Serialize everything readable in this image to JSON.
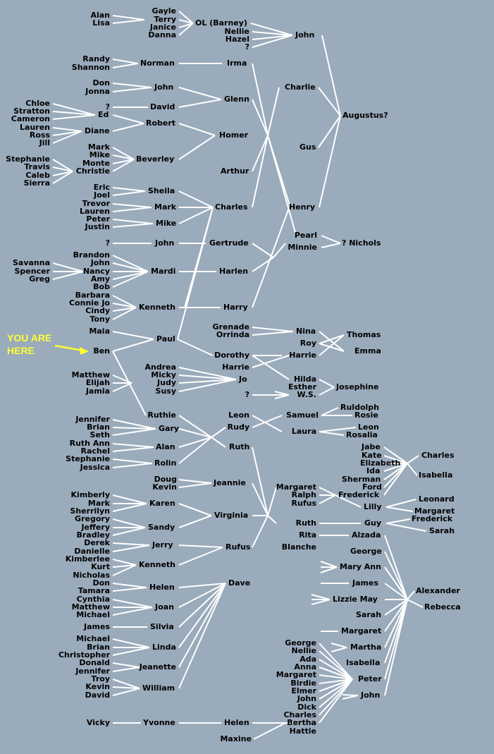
{
  "you_are_here": {
    "line1": "YOU ARE",
    "line2": "HERE"
  },
  "palette": {
    "background": "#9aabbb",
    "lines": "#ffffff",
    "text": "#000000",
    "marker": "#ffff33"
  },
  "names": [
    "Alan",
    "Lisa",
    "Gayle",
    "Terry",
    "Janice",
    "Danna",
    "OL (Barney)",
    "Nellie",
    "Hazel",
    "?",
    "John",
    "Randy",
    "Shannon",
    "Norman",
    "Irma",
    "Don",
    "Jonna",
    "John",
    "?",
    "David",
    "Glenn",
    "Chloe",
    "Stratton",
    "Cameron",
    "Lauren",
    "Ross",
    "Jill",
    "Ed",
    "Diane",
    "Robert",
    "Homer",
    "Charlie",
    "Augustus?",
    "Mark",
    "Mike",
    "Monte",
    "Stephanie",
    "Travis",
    "Caleb",
    "Sierra",
    "Christie",
    "Beverley",
    "Gus",
    "Arthur",
    "Eric",
    "Joel",
    "Sheila",
    "Trevor",
    "Lauren",
    "Mark",
    "Charles",
    "Henry",
    "Peter",
    "Justin",
    "Mike",
    "?",
    "John",
    "Gertrude",
    "Pearl",
    "Minnie",
    "? Nichols",
    "Brandon",
    "John",
    "Nancy",
    "Amy",
    "Bob",
    "Savanna",
    "Spencer",
    "Greg",
    "Mardi",
    "Harlen",
    "Barbara",
    "Connie Jo",
    "Cindy",
    "Tony",
    "Kenneth",
    "Harry",
    "Grenade",
    "Orrinda",
    "Nina",
    "Thomas",
    "Maia",
    "Paul",
    "Roy",
    "Ben",
    "Dorothy",
    "Emma",
    "Harrie",
    "Andrea",
    "Harrie",
    "Matthew",
    "Micky",
    "Elijah",
    "Judy",
    "Jo",
    "Hilda",
    "Jamia",
    "Susy",
    "Esther",
    "Josephine",
    "?",
    "W.S.",
    "Ruthie",
    "Leon",
    "Samuel",
    "Ruldolph",
    "Rosie",
    "Jennifer",
    "Brian",
    "Gary",
    "Rudy",
    "Laura",
    "Leon",
    "Seth",
    "Rosalia",
    "Ruth Ann",
    "Rachel",
    "Alan",
    "Ruth",
    "Jabe",
    "Kate",
    "Stephanie",
    "Jessica",
    "Rolin",
    "Elizabeth",
    "Charles",
    "Ida",
    "Doug",
    "Kevin",
    "Jeannie",
    "Sherman",
    "Isabella",
    "Ford",
    "Margaret",
    "Ralph",
    "Frederick",
    "Rufus",
    "Lilly",
    "Kimberly",
    "Mark",
    "Karen",
    "Leonard",
    "Sherrilyn",
    "Virginia",
    "Margaret",
    "Gregory",
    "Ruth",
    "Guy",
    "Frederick",
    "Jeffery",
    "Sandy",
    "Sarah",
    "Bradley",
    "Rita",
    "Alzada",
    "Derek",
    "Jerry",
    "Rufus",
    "Blanche",
    "Danielle",
    "George",
    "Kimberlee",
    "Kenneth",
    "Kurt",
    "Mary Ann",
    "Nicholas",
    "Don",
    "Dave",
    "James",
    "Tamara",
    "Helen",
    "Alexander",
    "Cynthia",
    "Lizzie May",
    "Matthew",
    "Joan",
    "Rebecca",
    "Michael",
    "Sarah",
    "James",
    "Silvia",
    "Margaret",
    "Michael",
    "George",
    "Brian",
    "Nellie",
    "Linda",
    "Martha",
    "Christopher",
    "Ada",
    "Donald",
    "Anna",
    "Isabella",
    "Jeanette",
    "Jennifer",
    "Margaret",
    "Peter",
    "Troy",
    "Birdie",
    "Kevin",
    "Elmer",
    "William",
    "David",
    "John",
    "John",
    "Dick",
    "Charles",
    "Vicky",
    "Yvonne",
    "Helen",
    "Bertha",
    "Hattie",
    "Maxine"
  ]
}
